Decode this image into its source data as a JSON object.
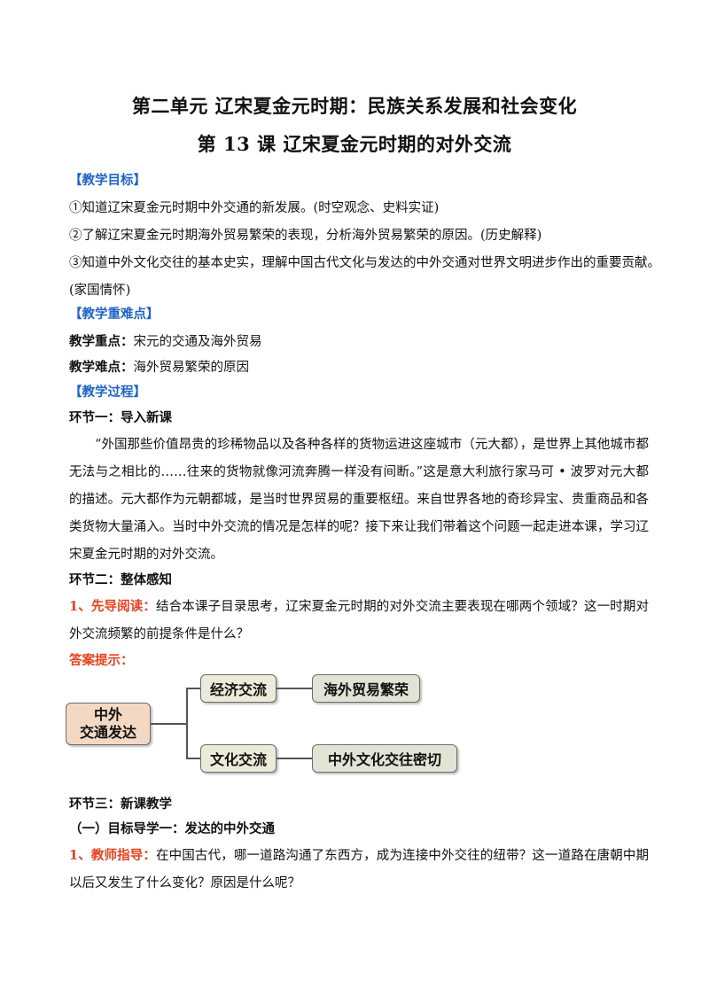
{
  "title": {
    "unit": "第二单元  辽宋夏金元时期：民族关系发展和社会变化",
    "lesson": "第 13 课    辽宋夏金元时期的对外交流"
  },
  "objectives": {
    "heading": "【教学目标】",
    "items": [
      "①知道辽宋夏金元时期中外交通的新发展。(时空观念、史料实证)",
      "②了解辽宋夏金元时期海外贸易繁荣的表现，分析海外贸易繁荣的原因。(历史解释)",
      "③知道中外文化交往的基本史实，理解中国古代文化与发达的中外交通对世界文明进步作出的重要贡献。",
      "(家国情怀)"
    ]
  },
  "key_points": {
    "heading": "【教学重难点】",
    "focus_label": "教学重点：",
    "focus_text": "宋元的交通及海外贸易",
    "difficulty_label": "教学难点：",
    "difficulty_text": "海外贸易繁荣的原因"
  },
  "process": {
    "heading": "【教学过程】",
    "step1_title": "环节一：导入新课",
    "intro_paragraph": "“外国那些价值昂贵的珍稀物品以及各种各样的货物运进这座城市（元大都），是世界上其他城市都无法与之相比的……往来的货物就像河流奔腾一样没有间断。”这是意大利旅行家马可 • 波罗对元大都的描述。元大都作为元朝都城，是当时世界贸易的重要枢纽。来自世界各地的奇珍异宝、贵重商品和各类货物大量涌入。当时中外交流的情况是怎样的呢？接下来让我们带着这个问题一起走进本课，学习辽宋夏金元时期的对外交流。",
    "step2_title": "环节二：整体感知",
    "preread_label": "1、先导阅读：",
    "preread_text": "结合本课子目录思考，辽宋夏金元时期的对外交流主要表现在哪两个领域？这一时期对外交流频繁的前提条件是什么？",
    "answer_hint": "答案提示：",
    "diagram": {
      "root_line1": "中外",
      "root_line2": "交通发达",
      "branch_top": "经济交流",
      "branch_bottom": "文化交流",
      "leaf_top": "海外贸易繁荣",
      "leaf_bottom": "中外文化交往密切"
    },
    "step3_title": "环节三：新课教学",
    "section1_title": "（一）目标导学一：发达的中外交通",
    "teacher_label": "1、教师指导：",
    "teacher_text": "在中国古代，哪一道路沟通了东西方，成为连接中外交往的纽带？这一道路在唐朝中期以后又发生了什么变化？原因是什么呢？"
  }
}
